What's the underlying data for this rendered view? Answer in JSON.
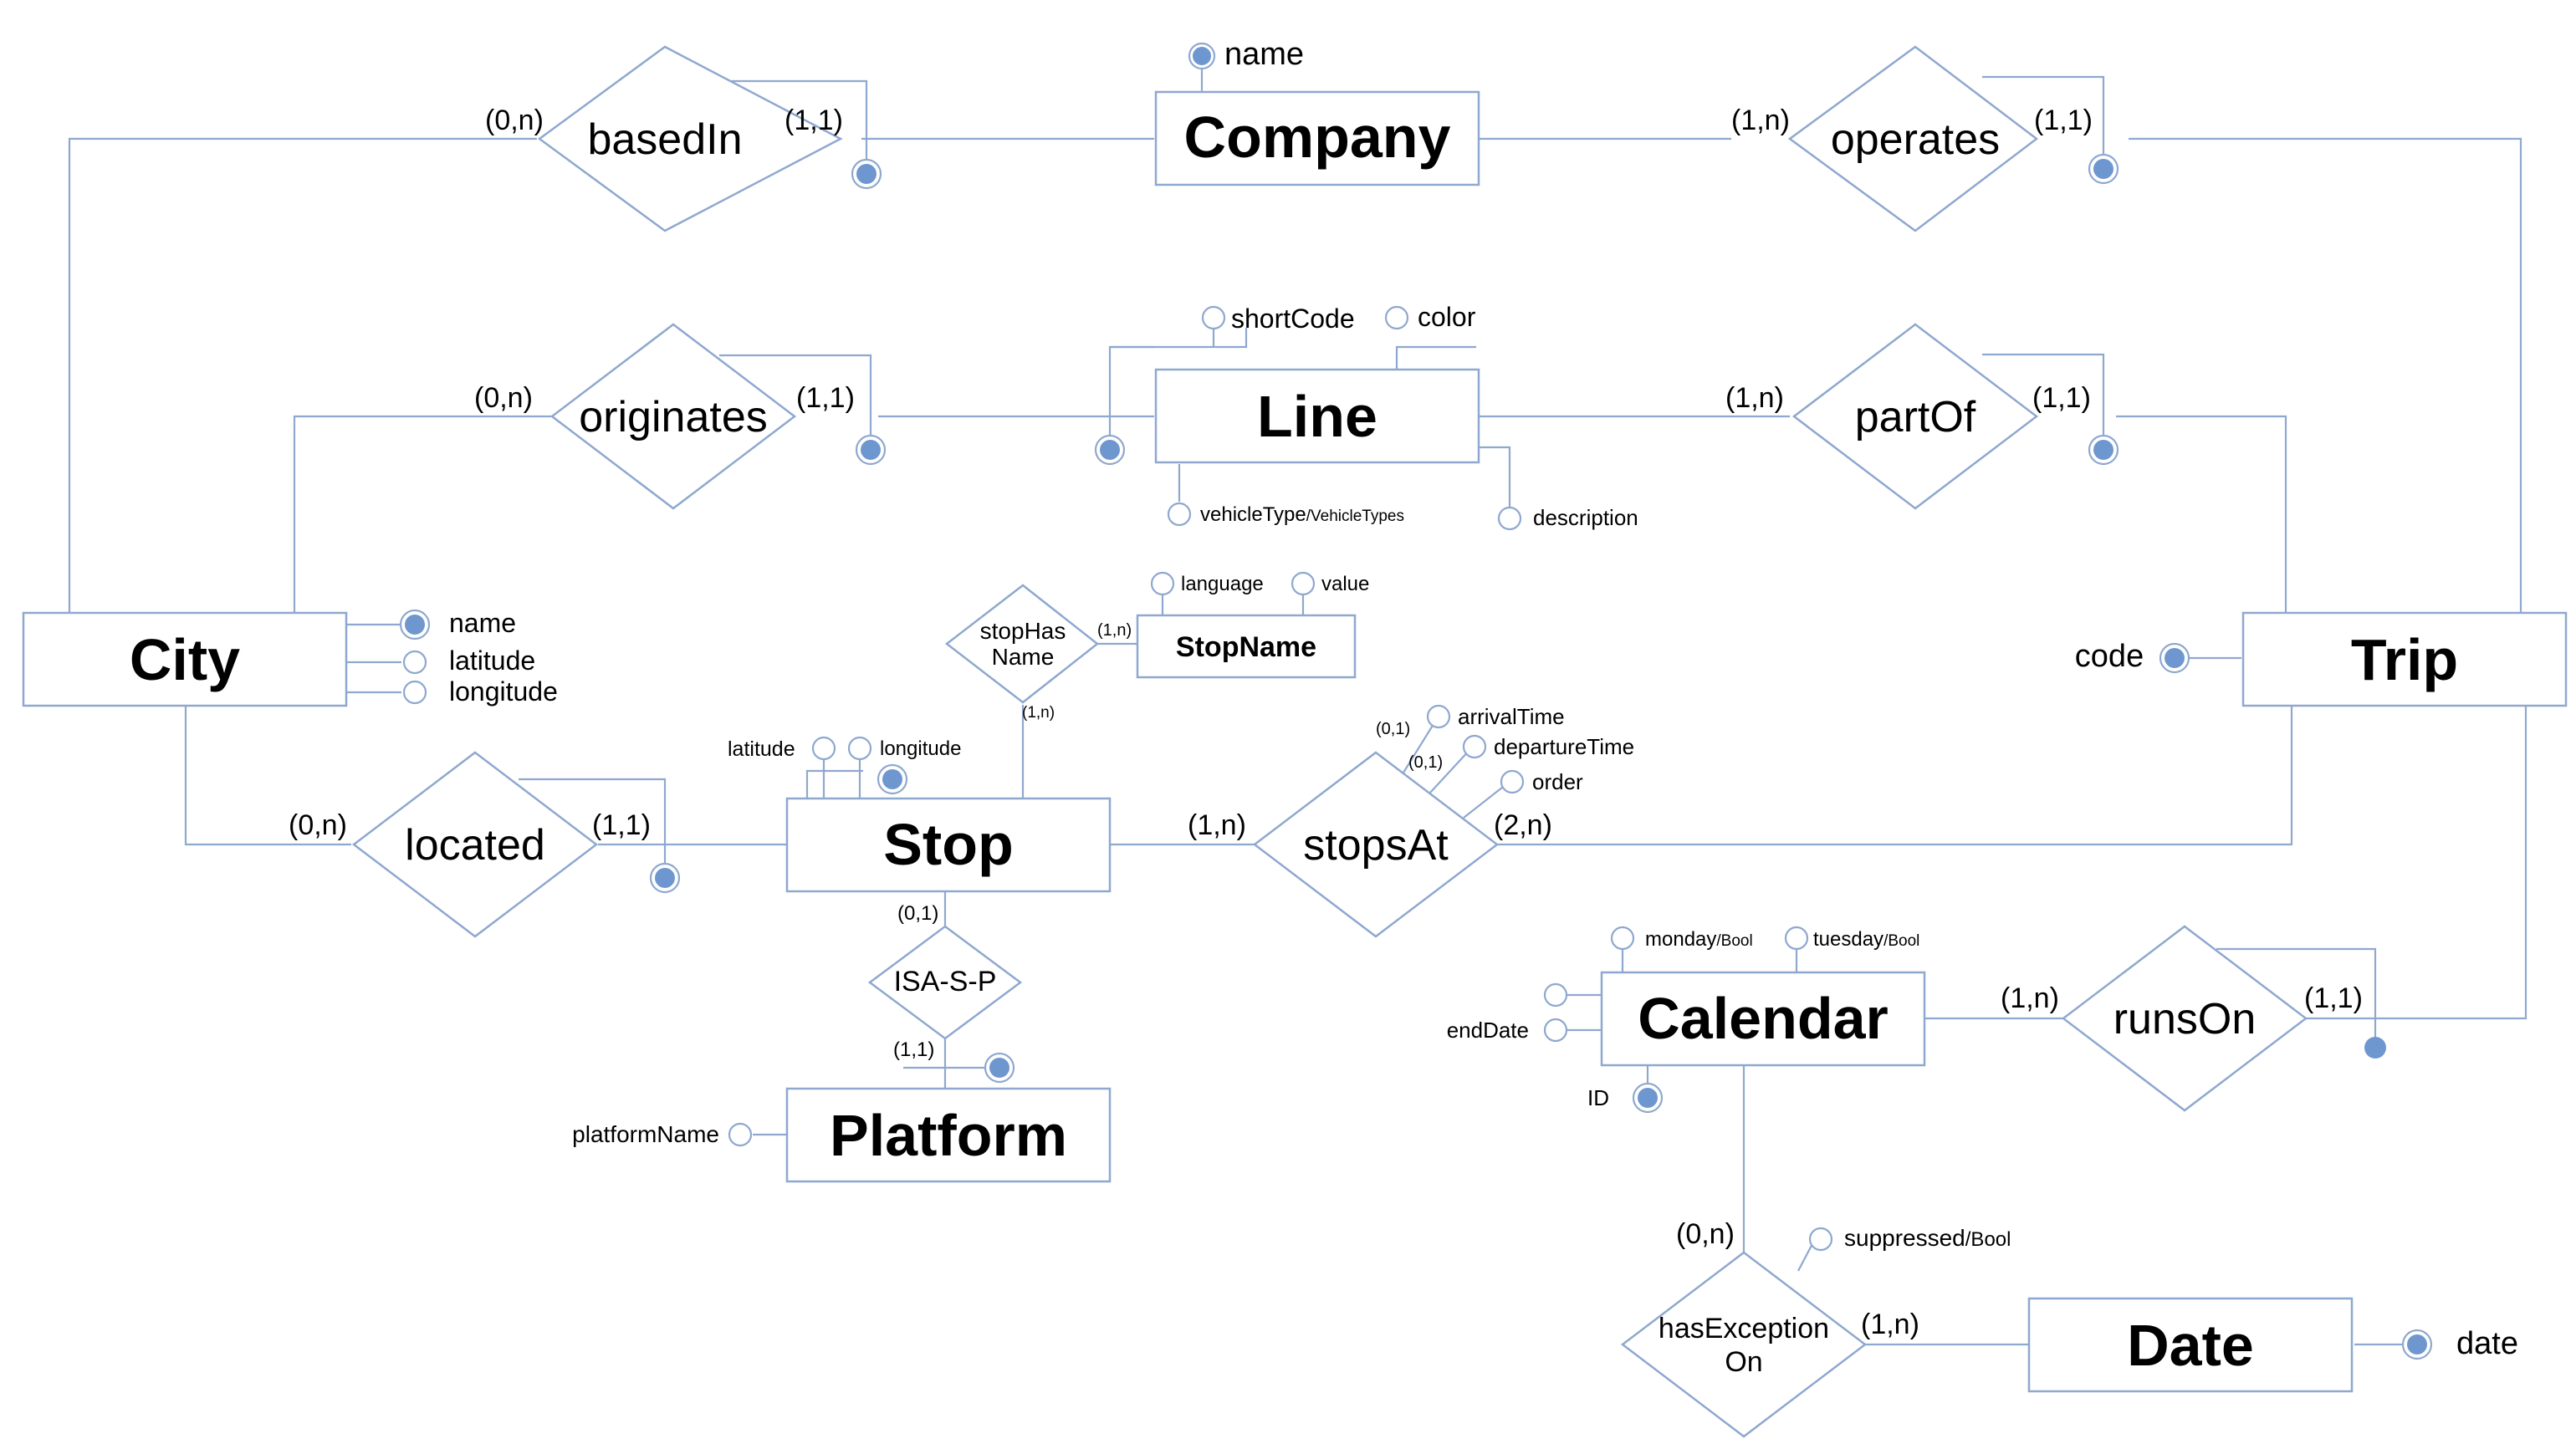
{
  "colors": {
    "stroke": "#8fa8cf",
    "key_fill": "#6f97cf",
    "text": "#000000"
  },
  "entities": {
    "company": "Company",
    "line": "Line",
    "city": "City",
    "trip": "Trip",
    "stop": "Stop",
    "stop_name": "StopName",
    "platform": "Platform",
    "calendar": "Calendar",
    "date": "Date"
  },
  "relationships": {
    "based_in": "basedIn",
    "operates": "operates",
    "originates": "originates",
    "part_of": "partOf",
    "stop_has_name": [
      "stopHas",
      "Name"
    ],
    "located": "located",
    "stops_at": "stopsAt",
    "isa": "ISA-S-P",
    "runs_on": "runsOn",
    "has_exception_on": [
      "hasException",
      "On"
    ]
  },
  "cardinalities": {
    "based_in_city": "(0,n)",
    "based_in_company": "(1,1)",
    "operates_company": "(1,n)",
    "operates_trip": "(1,1)",
    "originates_city": "(0,n)",
    "originates_line": "(1,1)",
    "part_of_line": "(1,n)",
    "part_of_trip": "(1,1)",
    "stop_has_name": "(1,n)",
    "stop_has_name_stop": "(1,n)",
    "located_city": "(0,n)",
    "located_stop": "(1,1)",
    "stops_at_stop": "(1,n)",
    "stops_at_trip": "(2,n)",
    "arrival_time": "(0,1)",
    "departure_time": "(0,1)",
    "isa_stop": "(0,1)",
    "isa_platform": "(1,1)",
    "runs_on_calendar": "(1,n)",
    "runs_on_trip": "(1,1)",
    "exception_calendar": "(0,n)",
    "exception_date": "(1,n)"
  },
  "attributes": {
    "company_name": "name",
    "line_short_code": "shortCode",
    "line_color": "color",
    "line_vehicle_type": "vehicleType",
    "line_vehicle_type_domain": "/VehicleTypes",
    "line_description": "description",
    "city_name": "name",
    "city_latitude": "latitude",
    "city_longitude": "longitude",
    "stopname_language": "language",
    "stopname_value": "value",
    "stop_latitude": "latitude",
    "stop_longitude": "longitude",
    "arrival_time": "arrivalTime",
    "departure_time": "departureTime",
    "order": "order",
    "trip_code": "code",
    "calendar_monday": "monday",
    "calendar_tuesday": "tuesday",
    "bool_domain": "/Bool",
    "calendar_end_date": "endDate",
    "calendar_id": "ID",
    "platform_name": "platformName",
    "suppressed": "suppressed",
    "date_date": "date"
  }
}
